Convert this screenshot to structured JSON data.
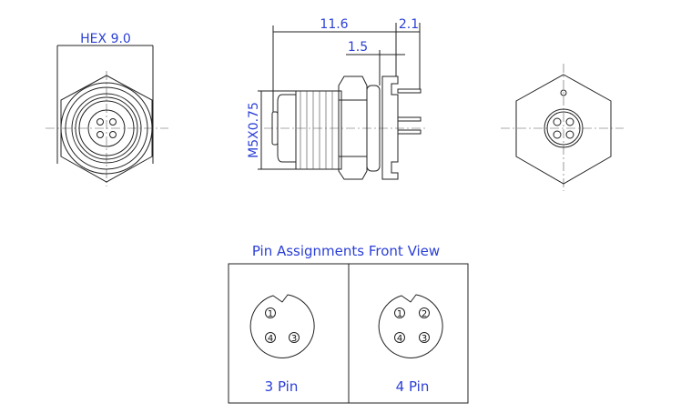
{
  "dimensions": {
    "hex": "HEX 9.0",
    "length": "11.6",
    "pin_length": "2.1",
    "flange": "1.5",
    "thread": "M5X0.75"
  },
  "pin_table": {
    "title": "Pin Assignments Front View",
    "columns": [
      {
        "label": "3 Pin",
        "pins": [
          "1",
          "4",
          "3"
        ]
      },
      {
        "label": "4 Pin",
        "pins": [
          "1",
          "2",
          "4",
          "3"
        ]
      }
    ]
  },
  "colors": {
    "dimension_text": "#2a3fd6",
    "line": "#222222"
  }
}
